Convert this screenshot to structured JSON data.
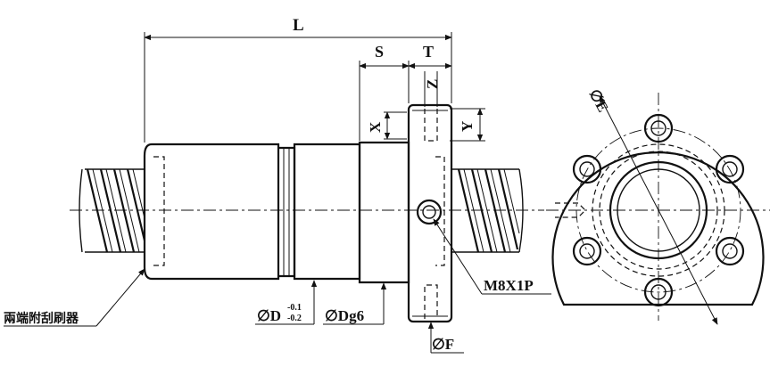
{
  "dimensions": {
    "length": "L",
    "s": "S",
    "t": "T",
    "z": "Z",
    "x": "X",
    "y": "Y",
    "e_dia": "∅E",
    "d_dia_main": "∅D",
    "d_tol_upper": "-0.1",
    "d_tol_lower": "-0.2",
    "dg_dia": "∅Dg6",
    "f_dia": "∅F"
  },
  "callouts": {
    "wipers": "兩端附刮刷器",
    "lube_port": "M8X1P"
  },
  "colors": {
    "line": "#111111",
    "background": "#ffffff"
  }
}
